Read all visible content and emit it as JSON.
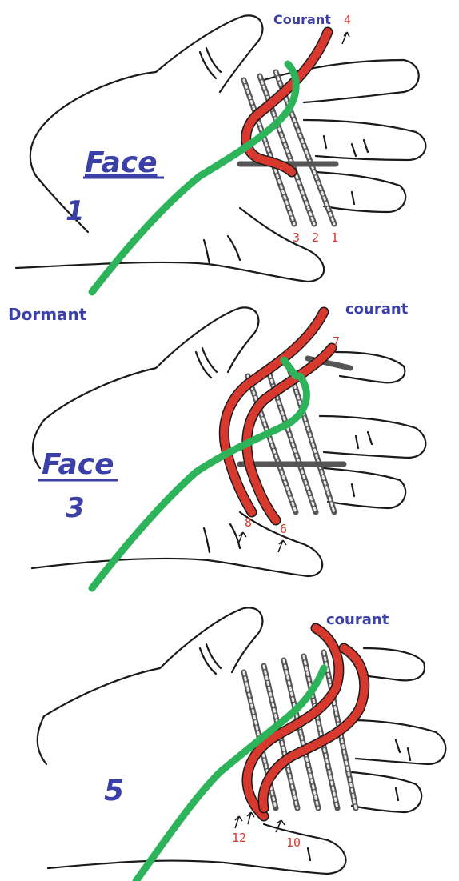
{
  "panel1": {
    "title": "Face",
    "step": "1",
    "courant": "Courant",
    "pass_number": "4",
    "cord_numbers": [
      "3",
      "2",
      "1"
    ]
  },
  "dormant": "Dormant",
  "panel2": {
    "title": "Face",
    "step": "3",
    "courant": "courant",
    "pass_number": "7",
    "cord_numbers": [
      "8",
      "6"
    ]
  },
  "panel3": {
    "step": "5",
    "courant": "courant",
    "cord_numbers": [
      "12",
      "10"
    ]
  },
  "colors": {
    "courant_cord": "#d7392e",
    "dormant_cord": "#2db35a",
    "label_blue": "#3b3fa8",
    "number_red": "#d7392e"
  }
}
